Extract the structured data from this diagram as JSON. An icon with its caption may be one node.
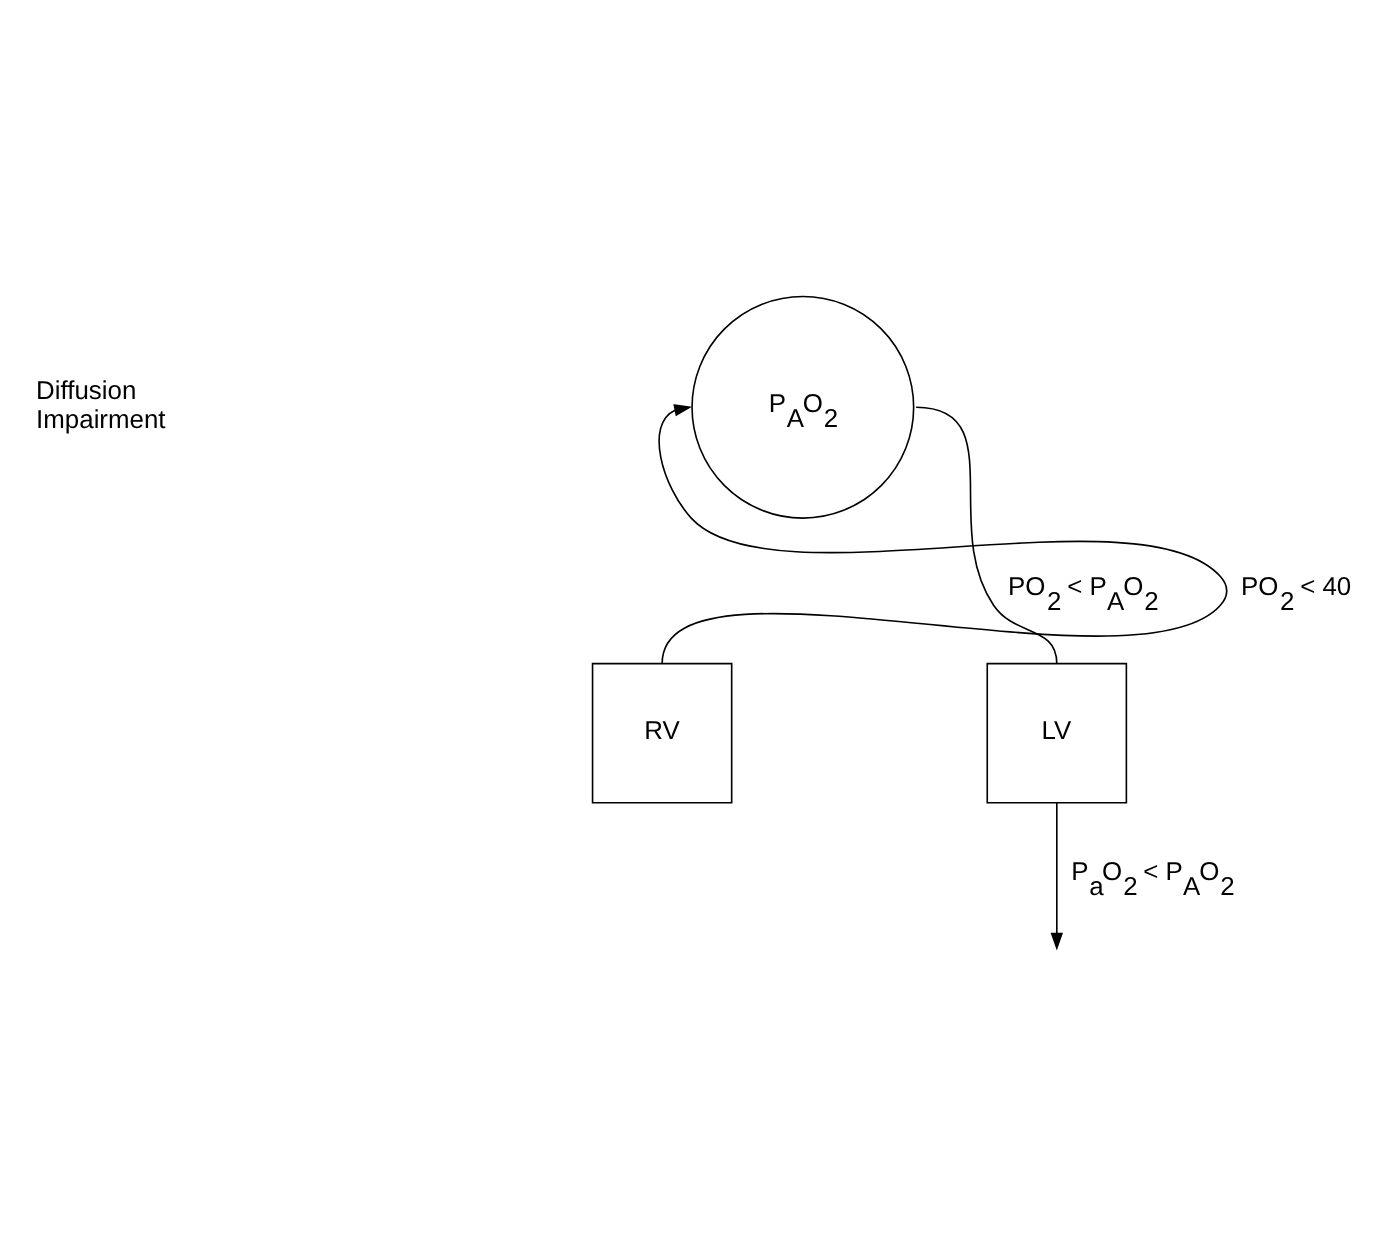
{
  "diagram": {
    "nodes": [
      {
        "text": [
          "P$_{A}$O$_{2}$"
        ]
      },
      {
        "text": [
          "RV"
        ]
      },
      {
        "text": [
          "LV"
        ]
      }
    ],
    "edges": [
      {
        "from": 1,
        "to": 0,
        "arrow": "to",
        "label": "PO$_{2}$ < 40"
      },
      {
        "from": 0,
        "to": 2,
        "arrow": "none",
        "label": "PO$_{2}$ < P$_{A}$O$_{2}$"
      },
      {
        "from": 2,
        "to": null,
        "arrow": "to",
        "label": "P$_{a}$O$_{2}$ < P$_{A}$O$_{2}$"
      }
    ],
    "labels": [
      "Diffusion Impairment"
    ]
  }
}
